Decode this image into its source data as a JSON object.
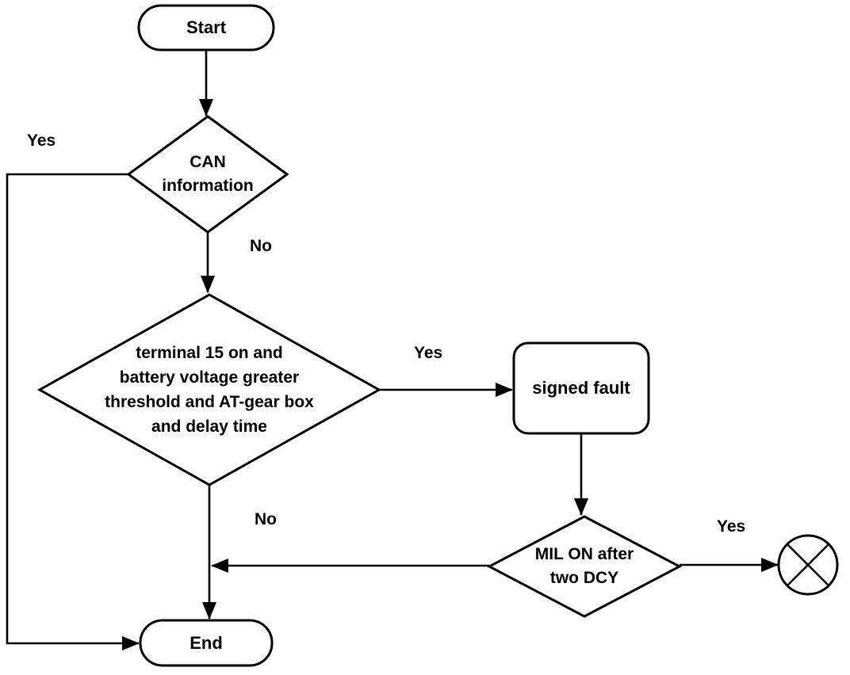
{
  "flowchart": {
    "nodes": {
      "start": {
        "label": "Start",
        "shape": "terminator"
      },
      "can": {
        "label": "CAN\ninformation",
        "shape": "decision"
      },
      "conditions": {
        "label": "terminal 15 on and\nbattery voltage greater\nthreshold and AT-gear box\nand delay time",
        "shape": "decision"
      },
      "signed_fault": {
        "label": "signed fault",
        "shape": "process"
      },
      "mil": {
        "label": "MIL ON after\ntwo DCY",
        "shape": "decision"
      },
      "end": {
        "label": "End",
        "shape": "terminator"
      },
      "terminal_circle": {
        "label": "",
        "shape": "crossed-circle"
      }
    },
    "edge_labels": {
      "can_yes": "Yes",
      "can_no": "No",
      "conditions_yes": "Yes",
      "conditions_no": "No",
      "mil_yes": "Yes"
    },
    "edges": [
      {
        "from": "start",
        "to": "can",
        "label": ""
      },
      {
        "from": "can",
        "to": "end",
        "label": "Yes"
      },
      {
        "from": "can",
        "to": "conditions",
        "label": "No"
      },
      {
        "from": "conditions",
        "to": "signed_fault",
        "label": "Yes"
      },
      {
        "from": "conditions",
        "to": "end",
        "label": "No"
      },
      {
        "from": "signed_fault",
        "to": "mil",
        "label": ""
      },
      {
        "from": "mil",
        "to": "terminal_circle",
        "label": "Yes"
      },
      {
        "from": "mil",
        "to": "end",
        "label": ""
      }
    ],
    "colors": {
      "line": "#000000",
      "fill": "#ffffff",
      "background": "#ffffff"
    }
  }
}
